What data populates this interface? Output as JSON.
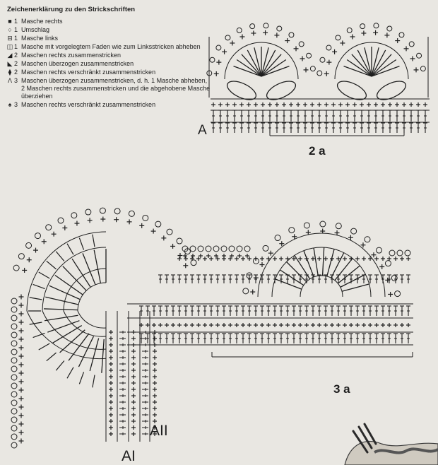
{
  "legend": {
    "title": "Zeichenerklärung zu den Strickschriften",
    "items": [
      {
        "symbol": "■",
        "icon": "filled-square-icon",
        "count": "1",
        "text": "Masche rechts"
      },
      {
        "symbol": "○",
        "icon": "circle-icon",
        "count": "1",
        "text": "Umschlag"
      },
      {
        "symbol": "⊟",
        "icon": "boxed-minus-icon",
        "count": "1",
        "text": "Masche links"
      },
      {
        "symbol": "◫",
        "icon": "boxed-bar-icon",
        "count": "1",
        "text": "Masche mit vorgelegtem Faden wie zum Linksstricken abheben"
      },
      {
        "symbol": "◢",
        "icon": "right-triangle-icon",
        "count": "2",
        "text": "Maschen rechts zusammenstricken"
      },
      {
        "symbol": "◣",
        "icon": "left-triangle-icon",
        "count": "2",
        "text": "Maschen überzogen zusammenstricken"
      },
      {
        "symbol": "⧫",
        "icon": "twisted-decrease-icon",
        "count": "2",
        "text": "Maschen rechts verschränkt zusammenstricken"
      },
      {
        "symbol": "Λ",
        "icon": "lambda-icon",
        "count": "3",
        "text": "Maschen überzogen zusammenstricken, d. h. 1 Masche abheben, 2 Maschen rechts zusammenstricken und die abgehobene Masche überziehen"
      },
      {
        "symbol": "♠",
        "icon": "spade-icon",
        "count": "3",
        "text": "Maschen rechts verschränkt zusammenstricken"
      }
    ]
  },
  "chart_2a": {
    "label": "2 a",
    "marker": "A"
  },
  "chart_3a": {
    "label": "3 a",
    "marker_1": "AI",
    "marker_2": "AII"
  },
  "colors": {
    "ink": "#1e1e1e",
    "paper": "#e9e7e2"
  }
}
